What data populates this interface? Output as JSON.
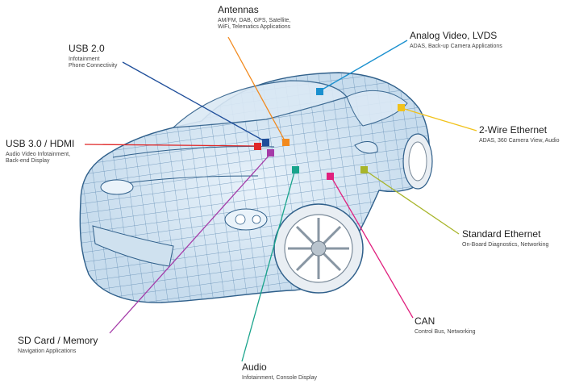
{
  "labels": {
    "antennas": {
      "title": "Antennas",
      "line1": "AM/FM, DAB, GPS, Satellite,",
      "line2": "WiFi, Telematics Applications",
      "color": "#f28a1e"
    },
    "usb2": {
      "title": "USB 2.0",
      "line1": "Infotainment",
      "line2": "Phone Connectivity",
      "color": "#1f4e9a"
    },
    "analog_video": {
      "title": "Analog Video, LVDS",
      "line1": "ADAS, Back-up Camera Applications",
      "color": "#1a90cf"
    },
    "usb3": {
      "title": "USB 3.0 / HDMI",
      "line1": "Audio Video Infotainment,",
      "line2": "Back-end Display",
      "color": "#e02828"
    },
    "two_wire": {
      "title": "2-Wire Ethernet",
      "line1": "ADAS, 360 Camera View, Audio",
      "color": "#f1c21b"
    },
    "std_eth": {
      "title": "Standard Ethernet",
      "line1": "On-Board Diagnostics, Networking",
      "color": "#a8b52a"
    },
    "can": {
      "title": "CAN",
      "line1": "Control Bus, Networking",
      "color": "#e0207e"
    },
    "sd": {
      "title": "SD Card / Memory",
      "line1": "Navigation Applications",
      "color": "#a43aa8"
    },
    "audio": {
      "title": "Audio",
      "line1": "Infotainment, Console Display",
      "color": "#1aa48c"
    }
  },
  "car_color": "#3f6d96"
}
